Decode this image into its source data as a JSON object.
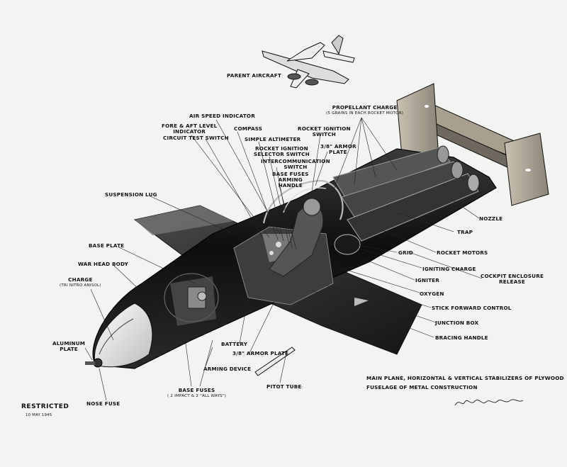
{
  "parent_aircraft": "PARENT AIRCRAFT",
  "labels": {
    "air_speed_indicator": "AIR SPEED INDICATOR",
    "fore_aft_level_indicator": [
      "FORE & AFT LEVEL",
      "INDICATOR"
    ],
    "circuit_test_switch": "CIRCUIT TEST SWITCH",
    "compass": "COMPASS",
    "simple_altimeter": "SIMPLE ALTIMETER",
    "rocket_ignition_selector_switch": [
      "ROCKET IGNITION",
      "SELECTOR SWITCH"
    ],
    "intercommunication_switch": [
      "INTERCOMMUNICATION",
      "SWITCH"
    ],
    "base_fuses_arming_handle": [
      "BASE FUSES",
      "ARMING",
      "HANDLE"
    ],
    "rocket_ignition_switch": [
      "ROCKET IGNITION",
      "SWITCH"
    ],
    "armor_plate_upper": [
      "3/8\" ARMOR",
      "PLATE"
    ],
    "propellant_charge": "PROPELLANT CHARGE",
    "propellant_charge_note": "(5 GRAINS IN EACH ROCKET MOTOR)",
    "suspension_lug": "SUSPENSION LUG",
    "base_plate": "BASE PLATE",
    "war_head_body": "WAR HEAD BODY",
    "charge": "CHARGE",
    "charge_note": "(TRI NITRO ANISOL)",
    "aluminum_plate": [
      "ALUMINUM",
      "PLATE"
    ],
    "nose_fuse": "NOSE FUSE",
    "base_fuses": "BASE FUSES",
    "base_fuses_note": "( 2 IMPACT & 2 \"ALL WAYS\")",
    "arming_device": "ARMING DEVICE",
    "battery": "BATTERY",
    "armor_plate_lower": "3/8\" ARMOR PLATE",
    "pitot_tube": "PITOT TUBE",
    "nozzle": "NOZZLE",
    "trap": "TRAP",
    "rocket_motors": "ROCKET MOTORS",
    "grid": "GRID",
    "igniting_charge": "IGNITING CHARGE",
    "cockpit_enclosure_release": [
      "COCKPIT ENCLOSURE",
      "RELEASE"
    ],
    "igniter": "IGNITER",
    "oxygen": "OXYGEN",
    "stick_forward_control": "STICK FORWARD CONTROL",
    "junction_box": "JUNCTION BOX",
    "bracing_handle": "BRACING HANDLE"
  },
  "notes": [
    "MAIN PLANE, HORIZONTAL & VERTICAL STABILIZERS OF PLYWOOD",
    "FUSELAGE OF METAL CONSTRUCTION"
  ],
  "restricted": "RESTRICTED",
  "date": "10 MAY 1945",
  "signature": "Illegible signature"
}
